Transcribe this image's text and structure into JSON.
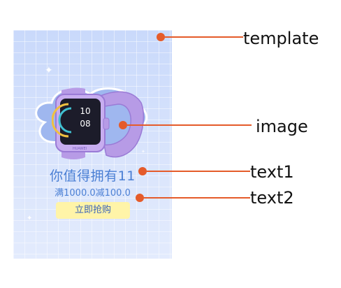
{
  "card": {
    "heading": "你值得拥有11",
    "discount": "满1000.0减100.0",
    "buy_button": "立即抢购",
    "watch_time_hour": "10",
    "watch_time_min": "08",
    "watch_brand": "HUAWEI"
  },
  "annotations": [
    {
      "label": "template"
    },
    {
      "label": "image"
    },
    {
      "label": "text1"
    },
    {
      "label": "text2"
    }
  ],
  "colors": {
    "annotation": "#e55b2a",
    "text_blue": "#4a7fd4",
    "button_yellow": "#fff4a8",
    "watch_purple": "#b79be6"
  }
}
